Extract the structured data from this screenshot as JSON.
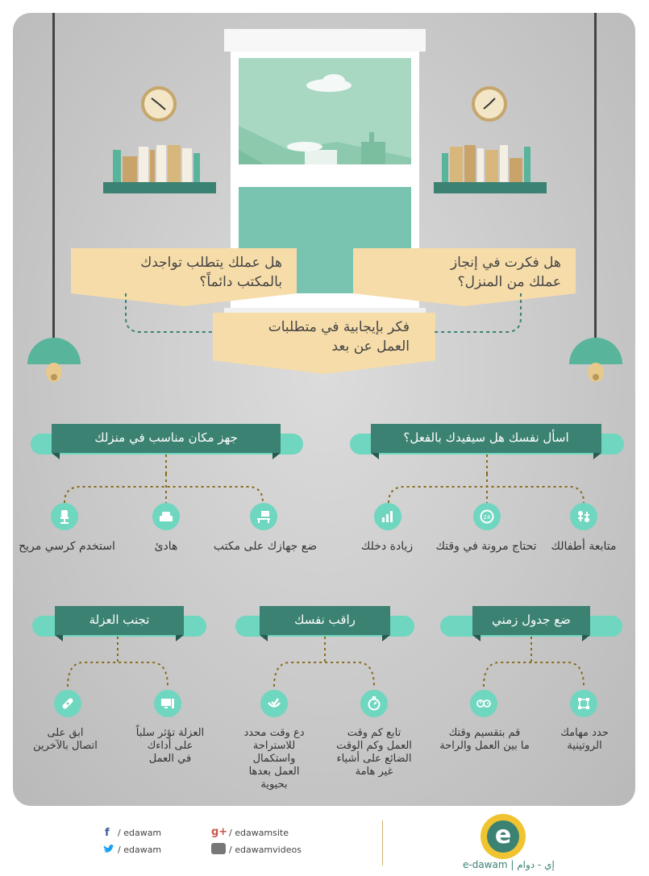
{
  "questions": {
    "q_right": [
      "هل فكرت في إنجاز",
      "عملك من المنزل؟"
    ],
    "q_left": [
      "هل عملك يتطلب تواجدك",
      "بالمكتب دائماً؟"
    ],
    "q_center": [
      "فكر بإيجابية في متطلبات",
      "العمل عن بعد"
    ]
  },
  "sections": {
    "ask": {
      "title": "اسأل نفسك هل سيفيدك بالفعل؟",
      "items": [
        {
          "label": "متابعة أطفالك",
          "icon": "children-icon"
        },
        {
          "label": "تحتاج مرونة في وقتك",
          "icon": "clock-24-icon"
        },
        {
          "label": "زيادة دخلك",
          "icon": "income-icon"
        }
      ]
    },
    "prepare": {
      "title": "جهز مكان مناسب في منزلك",
      "items": [
        {
          "label": "ضع جهازك على مكتب",
          "icon": "desk-icon"
        },
        {
          "label": "هادئ",
          "icon": "armchair-icon"
        },
        {
          "label": "استخدم كرسي مريح",
          "icon": "office-chair-icon"
        }
      ]
    },
    "schedule": {
      "title": "ضع جدول زمني",
      "items": [
        {
          "lines": [
            "حدد مهامك",
            "الروتينية"
          ],
          "icon": "tasks-icon"
        },
        {
          "lines": [
            "قم بتقسيم وقتك",
            "ما بين العمل والراحة"
          ],
          "icon": "balance-icon"
        }
      ]
    },
    "monitor": {
      "title": "راقب نفسك",
      "items": [
        {
          "lines": [
            "تابع كم وقت",
            "العمل وكم الوقت",
            "الضائع على أشياء",
            "غير هامة"
          ],
          "icon": "stopwatch-icon"
        },
        {
          "lines": [
            "دع وقت محدد",
            "للاستراحة",
            "واستكمال",
            "العمل بعدها",
            "بحيوية"
          ],
          "icon": "rest-icon"
        }
      ]
    },
    "isolation": {
      "title": "تجنب العزلة",
      "items": [
        {
          "lines": [
            "العزلة تؤثر سلباً",
            "على أداءك",
            "في العمل"
          ],
          "icon": "monitor-icon"
        },
        {
          "lines": [
            "ابق على",
            "اتصال بالآخرين"
          ],
          "icon": "bandage-icon"
        }
      ]
    }
  },
  "footer": {
    "facebook": "/  edawam",
    "twitter": "/  edawam",
    "googleplus": "/  edawamsite",
    "youtube": "/  edawamvideos",
    "logo_letter": "e",
    "logo_text": "e-dawam | إي - دوام"
  },
  "colors": {
    "teal": "#6fd6bf",
    "dark_teal": "#3b8273",
    "sand": "#f6dca9",
    "lamp": "#58b49a"
  }
}
